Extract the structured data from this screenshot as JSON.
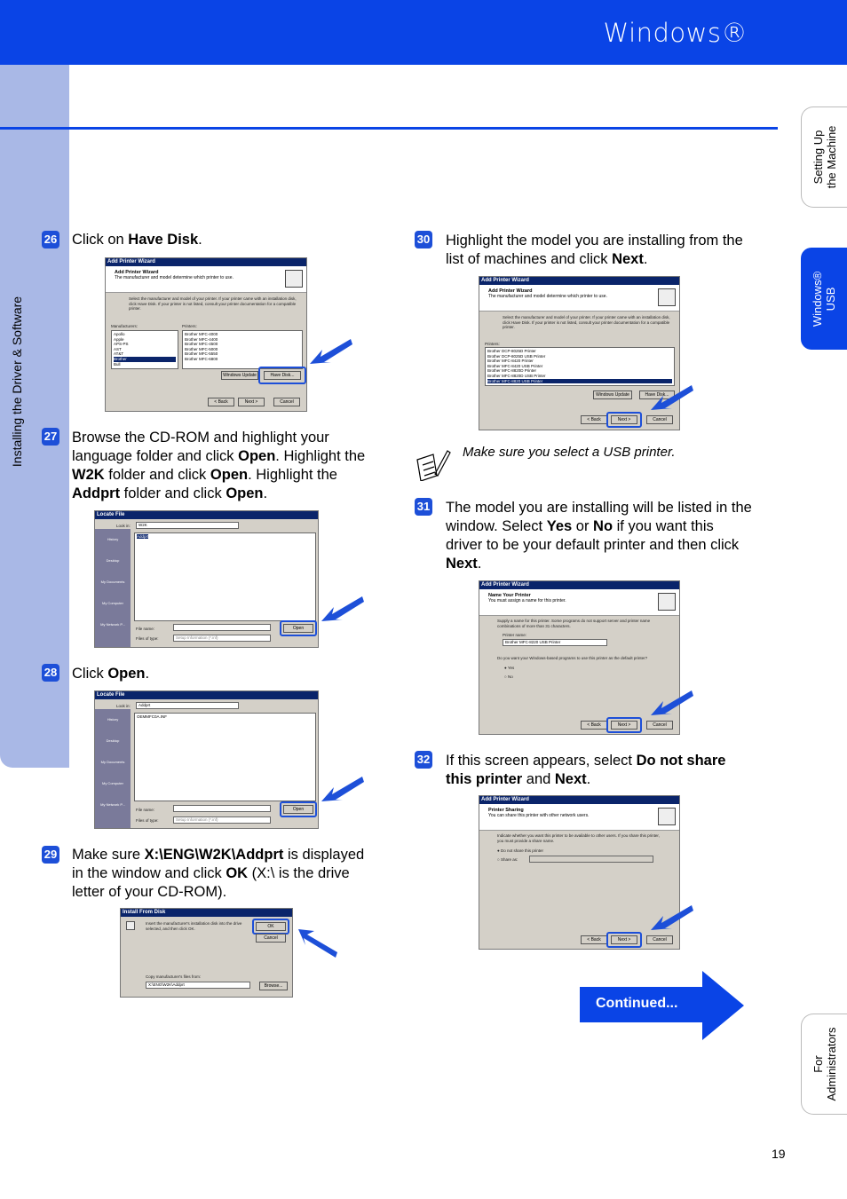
{
  "header": {
    "title": "Windows®"
  },
  "side_tabs": {
    "setting_up": "Setting Up\nthe Machine",
    "windows_usb": "Windows®\nUSB",
    "installing": "Installing the Driver & Software",
    "for_admins": "For\nAdministrators"
  },
  "steps": [
    {
      "num": "26",
      "html": "Click on <b>Have Disk</b>."
    },
    {
      "num": "27",
      "html": "Browse the CD-ROM and highlight your language folder and click <b>Open</b>. Highlight the <b>W2K</b> folder and click <b>Open</b>. Highlight the <b>Addprt</b> folder and click <b>Open</b>."
    },
    {
      "num": "28",
      "html": "Click <b>Open</b>."
    },
    {
      "num": "29",
      "html": "Make sure <b>X:\\ENG\\W2K\\Addprt</b> is displayed in the window and click <b>OK</b> (X:\\ is the drive letter of your CD-ROM)."
    },
    {
      "num": "30",
      "html": "Highlight the model you are installing from the list of machines and click <b>Next</b>."
    },
    {
      "num": "31",
      "html": "The model you are installing will be listed in the window. Select <b>Yes</b> or <b>No</b> if you want this driver to be your default printer and then click <b>Next</b>."
    },
    {
      "num": "32",
      "html": "If this screen appears, select <b>Do not share this printer</b> and <b>Next</b>."
    }
  ],
  "note": "Make sure you select a USB printer.",
  "continued": "Continued...",
  "page_number": "19",
  "dialogs": {
    "wizard_caption": "Add Printer Wizard",
    "wizard_title": "Add Printer Wizard",
    "wizard_sub": "The manufacturer and model determine which printer to use.",
    "wizard_body": "Select the manufacturer and model of your printer. If your printer came with an installation disk, click Have Disk. If your printer is not listed, consult your printer documentation for a compatible printer.",
    "manufacturers_label": "Manufacturers:",
    "manufacturers": [
      "Apollo",
      "Apple",
      "APS-PS",
      "AST",
      "AT&T",
      "Brother",
      "Bull"
    ],
    "printers_label": "Printers:",
    "printers_a": [
      "Brother MFC-4000",
      "Brother MFC-4400",
      "Brother MFC-4500",
      "Brother MFC-5000",
      "Brother MFC-5550",
      "Brother MFC-6800"
    ],
    "windows_update": "Windows Update",
    "have_disk": "Have Disk...",
    "back": "< Back",
    "next": "Next >",
    "cancel": "Cancel",
    "locate_caption": "Locate File",
    "look_in": "Look in:",
    "folder_w2k": "W2K",
    "folder_addprt": "Addprt",
    "file_inf": "OEMMFC0A.INF",
    "places": [
      "History",
      "Desktop",
      "My Documents",
      "My Computer",
      "My Network P..."
    ],
    "file_name": "File name:",
    "files_of_type": "Files of type:",
    "setup_info": "Setup Information (*.inf)",
    "open": "Open",
    "install_caption": "Install From Disk",
    "install_body": "Insert the manufacturer's installation disk into the drive selected, and then click OK.",
    "ok": "OK",
    "copy_from": "Copy manufacturer's files from:",
    "copy_path": "X:\\ENG\\W2K\\Addprt",
    "browse": "Browse...",
    "printers_b": [
      "Brother DCP-8025D Printer",
      "Brother DCP-8025D USB Printer",
      "Brother MFC-8420 Printer",
      "Brother MFC-8420 USB Printer",
      "Brother MFC-8820D Printer",
      "Brother MFC-8820D USB Printer",
      "Brother MFC-8820 USB Printer"
    ],
    "name_title": "Name Your Printer",
    "name_sub": "You must assign a name for this printer.",
    "name_body": "Supply a name for this printer. Some programs do not support server and printer name combinations of more than 31 characters.",
    "printer_name_label": "Printer name:",
    "printer_name_value": "Brother MFC-8220 USB Printer",
    "default_q": "Do you want your Windows-based programs to use this printer as the default printer?",
    "yes": "Yes",
    "no": "No",
    "sharing_title": "Printer Sharing",
    "sharing_sub": "You can share this printer with other network users.",
    "sharing_body": "Indicate whether you want this printer to be available to other users. If you share this printer, you must provide a share name.",
    "do_not_share": "Do not share this printer",
    "share_as": "Share as:"
  }
}
